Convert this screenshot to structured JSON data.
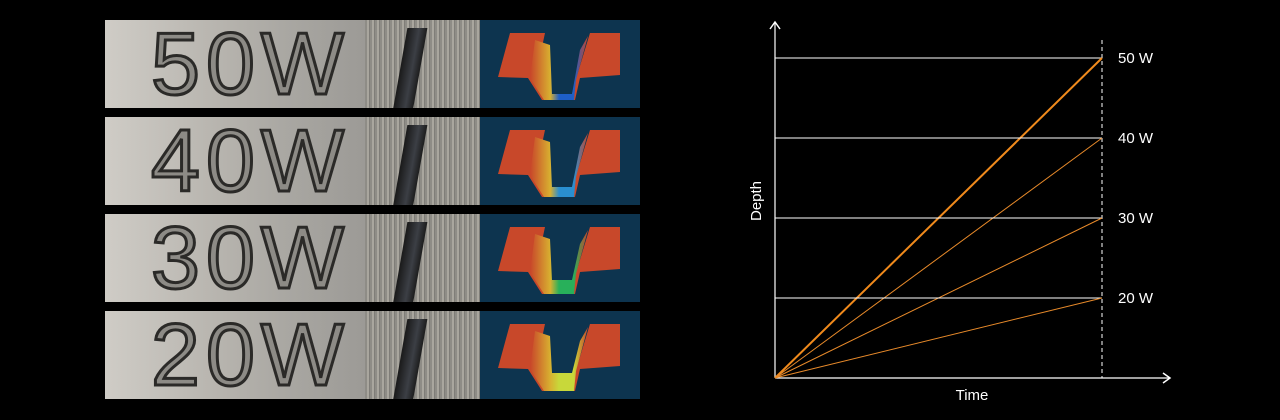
{
  "samples": [
    {
      "label": "50W",
      "trough_color": "#1e5fc8"
    },
    {
      "label": "40W",
      "trough_color": "#2a8fd0"
    },
    {
      "label": "30W",
      "trough_color": "#28b05a"
    },
    {
      "label": "20W",
      "trough_color": "#c8d83a"
    }
  ],
  "chart_data": {
    "type": "line",
    "xlabel": "Time",
    "ylabel": "Depth",
    "x_end": 1,
    "ylim": [
      0,
      4
    ],
    "grid": true,
    "series": [
      {
        "name": "50 W",
        "level": 4,
        "color": "#f08a1c"
      },
      {
        "name": "40 W",
        "level": 3,
        "color": "#e88a2a"
      },
      {
        "name": "30 W",
        "level": 2,
        "color": "#e88a2a"
      },
      {
        "name": "20 W",
        "level": 1,
        "color": "#e88a2a"
      }
    ]
  }
}
